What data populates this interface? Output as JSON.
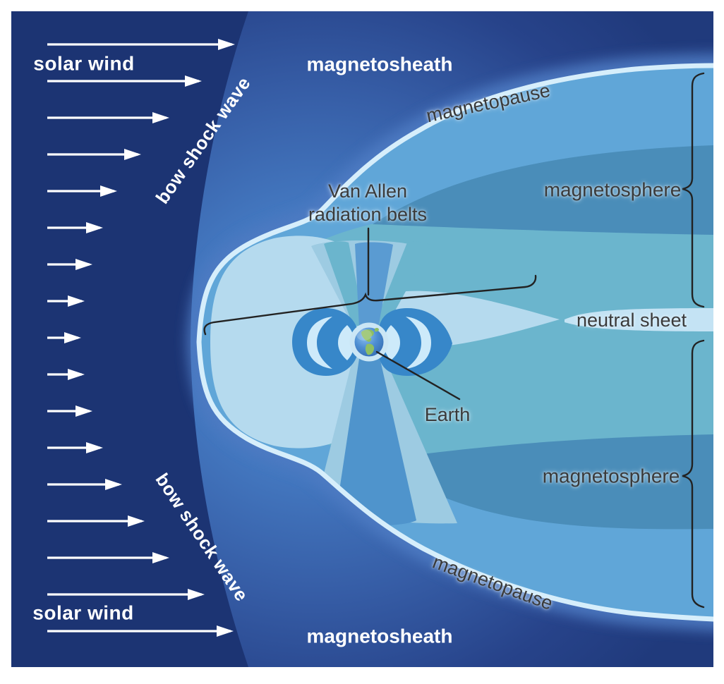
{
  "labels": {
    "solar_wind_top": "solar wind",
    "solar_wind_bottom": "solar wind",
    "bow_shock_wave_top": "bow shock wave",
    "bow_shock_wave_bottom": "bow shock wave",
    "magnetosheath_top": "magnetosheath",
    "magnetosheath_bottom": "magnetosheath",
    "magnetopause_top": "magnetopause",
    "magnetopause_bottom": "magnetopause",
    "magnetosphere_top": "magnetosphere",
    "magnetosphere_bottom": "magnetosphere",
    "van_allen_line1": "Van Allen",
    "van_allen_line2": "radiation belts",
    "neutral_sheet": "neutral sheet",
    "earth": "Earth"
  },
  "colors": {
    "frame_background": "#ffffff",
    "solar_wind_space": "#1c3473",
    "bow_shock_bright": "#4d80c8",
    "magnetosheath_dark": "#27438a",
    "magnetopause_line": "#d6eefb",
    "magnetosphere_outer": "#60a6d8",
    "magnetosphere_band": "#4a8db9",
    "magnetotail_teal": "#6bb5cd",
    "inner_magnetosphere_pale": "#b5daee",
    "neutral_sheet_band": "#c4e3f4",
    "van_allen_belt": "#3787c9",
    "belt_crescent": "#cdeafa",
    "earth_ocean": "#4e8ed2",
    "earth_land": "#8fbf63",
    "label_dark": "#3a3a3a",
    "arrow_white": "#ffffff"
  }
}
